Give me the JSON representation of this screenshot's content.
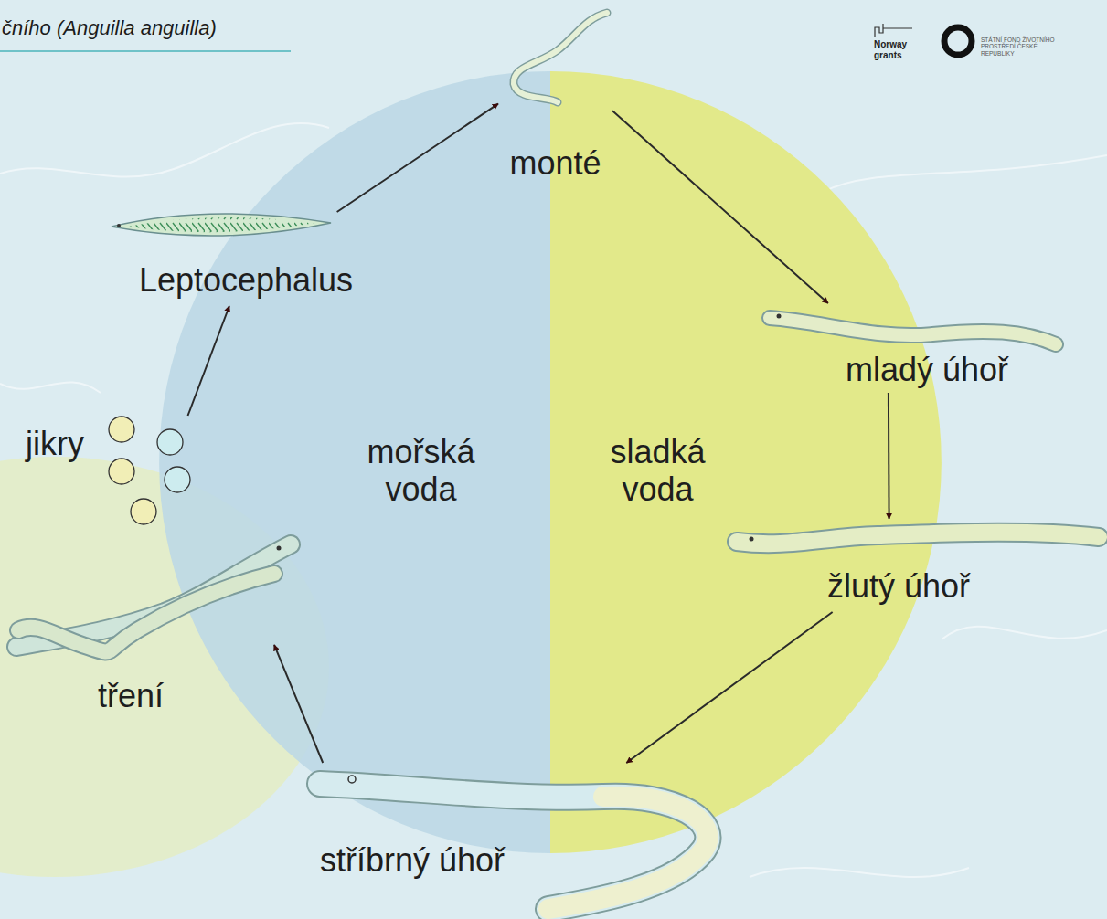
{
  "diagram": {
    "title": "čního (Anguilla anguilla)",
    "nodes": [
      {
        "text": [
          "jikry"
        ]
      },
      {
        "text": [
          "Leptocephalus"
        ]
      },
      {
        "text": [
          "monté"
        ]
      },
      {
        "text": [
          "mladý úhoř"
        ]
      },
      {
        "text": [
          "žlutý úhoř"
        ]
      },
      {
        "text": [
          "stříbrný úhoř"
        ]
      },
      {
        "text": [
          "tření"
        ]
      }
    ],
    "edges": [
      {
        "from": 0,
        "to": 1,
        "arrow": "to"
      },
      {
        "from": 1,
        "to": 2,
        "arrow": "to"
      },
      {
        "from": 2,
        "to": 3,
        "arrow": "to"
      },
      {
        "from": 3,
        "to": 4,
        "arrow": "to"
      },
      {
        "from": 4,
        "to": 5,
        "arrow": "to"
      },
      {
        "from": 5,
        "to": 6,
        "arrow": "to"
      }
    ],
    "labels": [
      "mořská voda",
      "sladká voda",
      "Norway grants",
      "STÁTNÍ FOND ŽIVOTNÍHO PROSTŘEDÍ ČESKÉ REPUBLIKY"
    ]
  }
}
